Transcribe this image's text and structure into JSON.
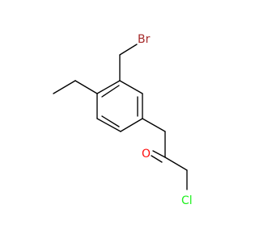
{
  "molecule": {
    "atoms": {
      "bromine": "Br",
      "oxygen": "O",
      "chlorine": "Cl"
    },
    "colors": {
      "bond": "#000000",
      "bromine": "#a52a2a",
      "oxygen": "#ff0d0d",
      "chlorine": "#1ff01f"
    }
  }
}
